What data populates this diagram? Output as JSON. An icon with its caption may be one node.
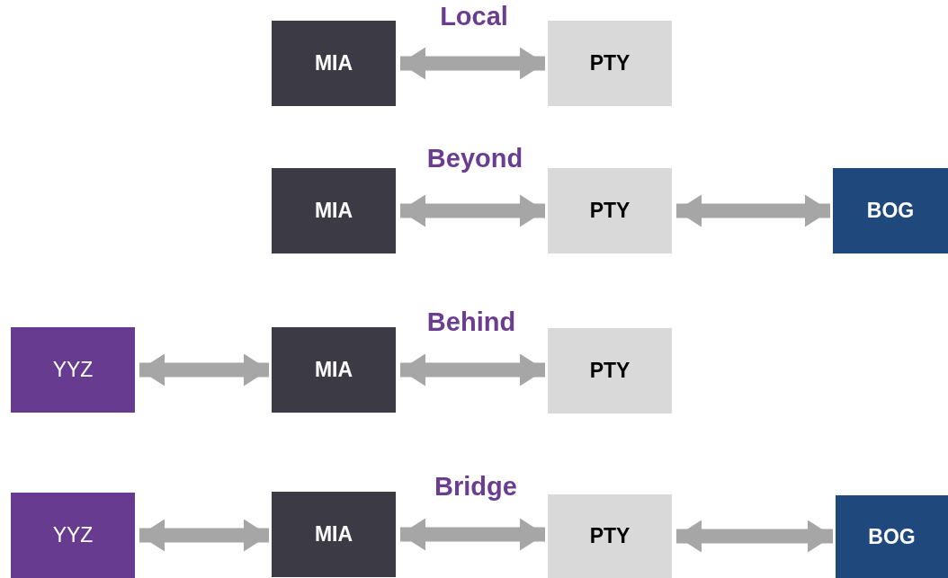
{
  "diagram": {
    "nodes": [
      {
        "text": [
          "MIA"
        ]
      },
      {
        "text": [
          "PTY"
        ]
      },
      {
        "text": [
          "MIA"
        ]
      },
      {
        "text": [
          "PTY"
        ]
      },
      {
        "text": [
          "BOG"
        ]
      },
      {
        "text": [
          "YYZ"
        ]
      },
      {
        "text": [
          "MIA"
        ]
      },
      {
        "text": [
          "PTY"
        ]
      },
      {
        "text": [
          "YYZ"
        ]
      },
      {
        "text": [
          "MIA"
        ]
      },
      {
        "text": [
          "PTY"
        ]
      },
      {
        "text": [
          "BOG"
        ]
      }
    ],
    "edges": [
      {
        "from": 0,
        "to": 1,
        "arrow": "both"
      },
      {
        "from": 2,
        "to": 3,
        "arrow": "both"
      },
      {
        "from": 3,
        "to": 4,
        "arrow": "both"
      },
      {
        "from": 5,
        "to": 6,
        "arrow": "both"
      },
      {
        "from": 6,
        "to": 7,
        "arrow": "both"
      },
      {
        "from": 8,
        "to": 9,
        "arrow": "both"
      },
      {
        "from": 9,
        "to": 10,
        "arrow": "both"
      },
      {
        "from": 10,
        "to": 11,
        "arrow": "both"
      }
    ],
    "labels": [
      "Local",
      "Beyond",
      "Behind",
      "Bridge"
    ]
  }
}
